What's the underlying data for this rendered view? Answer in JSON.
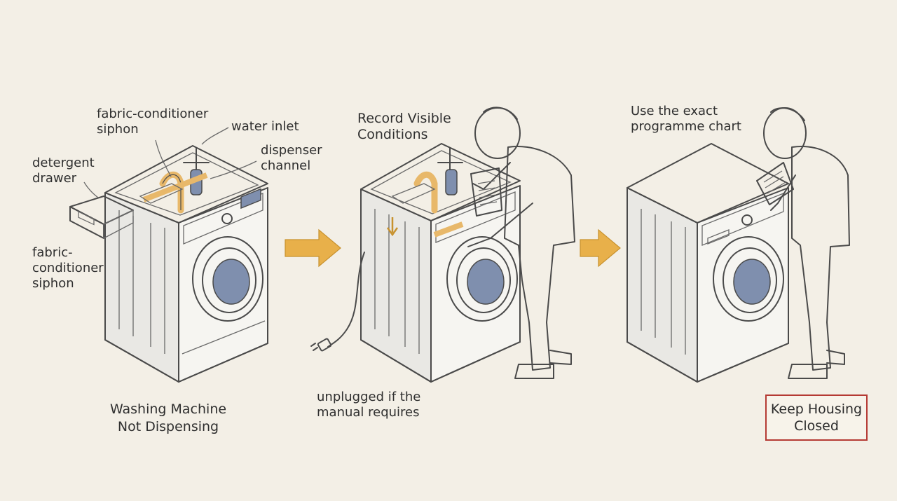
{
  "panel1": {
    "label_fabric_top": "fabric-conditioner\nsiphon",
    "label_water_inlet": "water inlet",
    "label_dispenser_channel": "dispenser\nchannel",
    "label_detergent_drawer": "detergent\ndrawer",
    "label_fabric_side": "fabric-\nconditioner\nsiphon",
    "caption": "Washing Machine\nNot Dispensing"
  },
  "panel2": {
    "heading": "Record Visible\nConditions",
    "caption": "unplugged if the\nmanual requires"
  },
  "panel3": {
    "heading": "Use the exact\nprogramme chart",
    "warning": "Keep Housing\nClosed"
  },
  "colors": {
    "arrow": "#e8b04a",
    "warning_border": "#b53a34",
    "glass": "#7f8fae",
    "pipe": "#e8b86a"
  }
}
